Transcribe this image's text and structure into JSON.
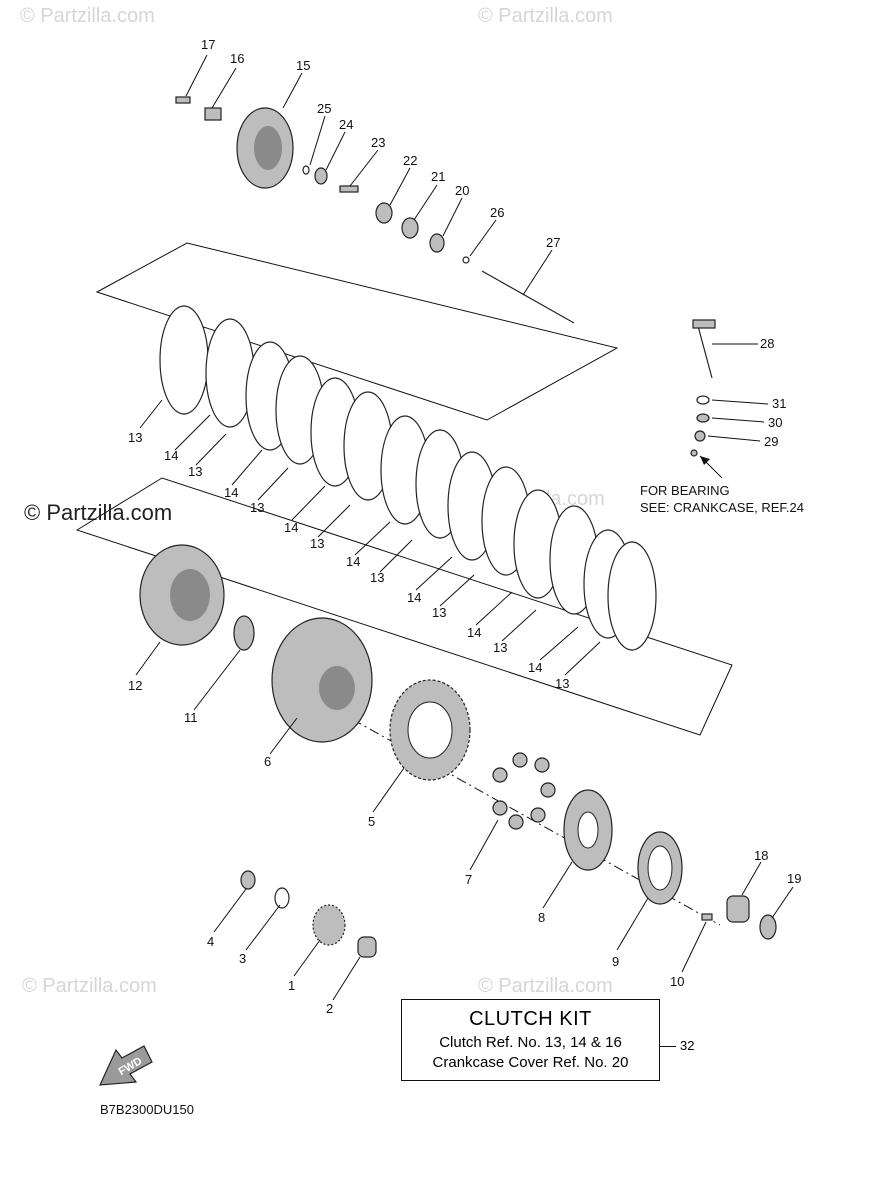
{
  "watermarks": {
    "faint": "© Partzilla.com",
    "strong": "© Partzilla.com"
  },
  "callouts": [
    "1",
    "2",
    "3",
    "4",
    "5",
    "6",
    "7",
    "8",
    "9",
    "10",
    "11",
    "12",
    "13",
    "14",
    "15",
    "16",
    "17",
    "18",
    "19",
    "20",
    "21",
    "22",
    "23",
    "24",
    "25",
    "26",
    "27",
    "28",
    "29",
    "30",
    "31",
    "32"
  ],
  "bearing_note": {
    "line1": "FOR BEARING",
    "line2": "SEE: CRANKCASE, REF.24"
  },
  "clutch_kit": {
    "title": "CLUTCH KIT",
    "line1": "Clutch Ref. No. 13, 14 & 16",
    "line2": "Crankcase Cover Ref. No. 20",
    "ref": "32"
  },
  "fwd_label": "FWD",
  "diagram_code": "B7B2300DU150",
  "colors": {
    "line": "#111111",
    "part_fill": "#bdbdbd",
    "part_dark": "#8a8a8a",
    "watermark": "#d6d6d6"
  }
}
